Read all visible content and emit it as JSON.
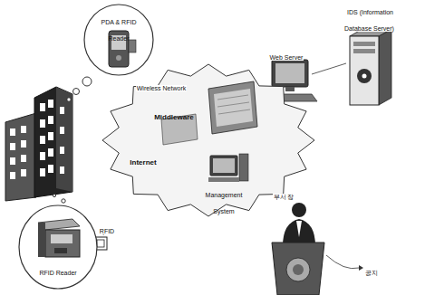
{
  "diagram": {
    "nodes": [
      {
        "text": [
          "PDA & RFID Reader"
        ]
      },
      {
        "text": [
          "Middleware",
          "Internet",
          "Management System"
        ]
      },
      {
        "text": [
          "RFID Reader"
        ]
      }
    ],
    "labels": [
      "Wireless Network",
      "Web Server",
      "IDS (Information Database Server)",
      "RFID",
      "부서 장",
      "공지"
    ]
  }
}
